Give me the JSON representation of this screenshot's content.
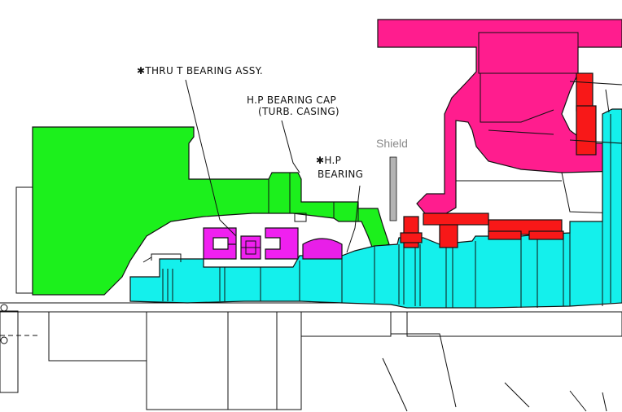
{
  "labels": {
    "thrust_bearing": "✱THRU  T BEARING ASSY.",
    "hp_cap_line1": "H.P BEARING CAP",
    "hp_cap_line2": "(TURB. CASING)",
    "shield": "Shield",
    "hp_bearing_line1": "✱H.P",
    "hp_bearing_line2": "BEARING"
  },
  "colors": {
    "casing": "#ff1d8e",
    "bearing_cap": "#1cf01c",
    "rotor": "#14f0ec",
    "thrust_bearing": "#f020f0",
    "hp_bearing": "#e81fe8",
    "seals": "#f81818",
    "shield": "#b4b4b4",
    "outline": "#111111"
  }
}
